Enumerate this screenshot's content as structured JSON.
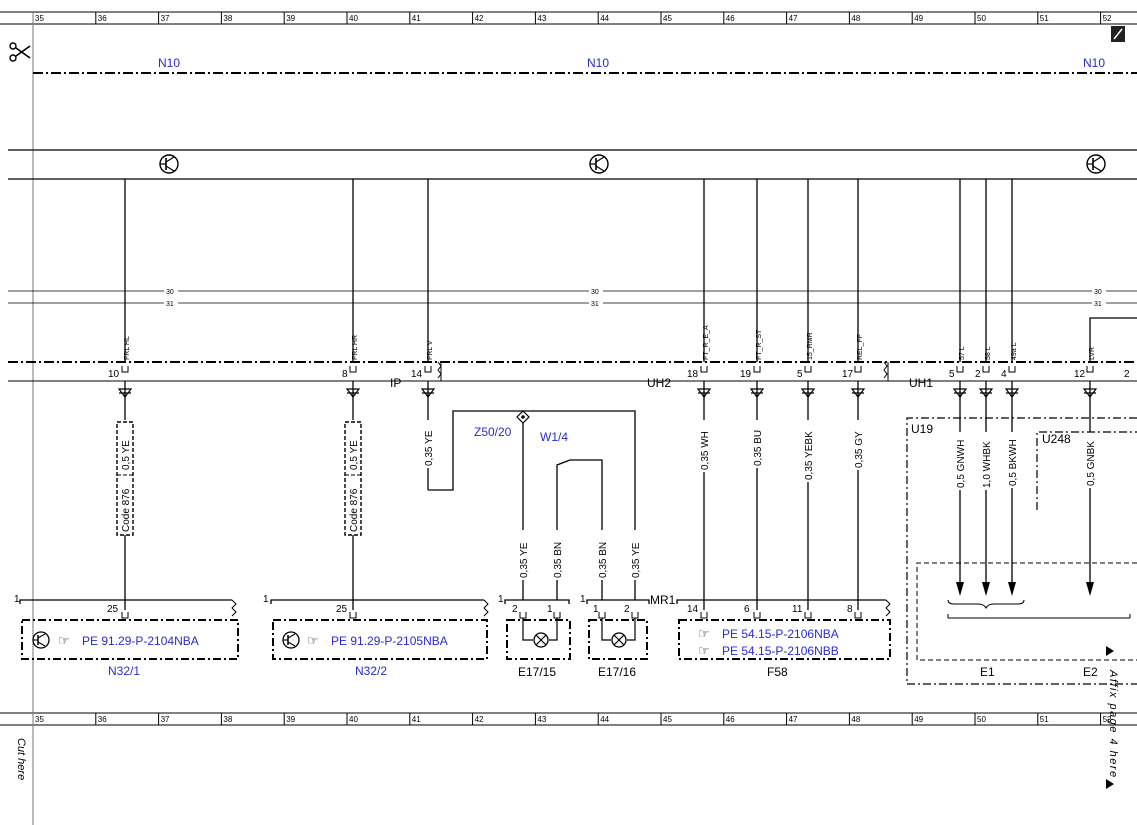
{
  "ruler": {
    "columns": [
      "35",
      "36",
      "37",
      "38",
      "39",
      "40",
      "41",
      "42",
      "43",
      "44",
      "45",
      "46",
      "47",
      "48",
      "49",
      "50",
      "51",
      "52"
    ]
  },
  "bus": {
    "label": "N10",
    "line30": "30",
    "line31": "31"
  },
  "margin": {
    "cut_here": "Cut here",
    "affix_page": "Affix page 4 here"
  },
  "connectors": {
    "ip": "IP",
    "uh2": "UH2",
    "uh1": "UH1",
    "u19": "U19",
    "u248": "U248",
    "z50": "Z50/20",
    "w1": "W1/4",
    "mr1": "MR1"
  },
  "signals": {
    "frl_hl": "FRL HL",
    "frl_hr": "FRL HR",
    "frl_v": "FRL V",
    "ft_r_e_a": "FT_R_E_A",
    "ft_r_st": "FT_R_ST",
    "s15_rmr": "15_RMR",
    "rel_ff": "REL_FF",
    "s57l": "57 L",
    "s58l": "58 L",
    "s49al": "49a L",
    "lvr": "LVR"
  },
  "pins": {
    "p10": "10",
    "p8": "8",
    "p14": "14",
    "p18": "18",
    "p19": "19",
    "p5": "5",
    "p17": "17",
    "p5b": "5",
    "p2": "2",
    "p4": "4",
    "p12": "12",
    "p2b": "2",
    "p25": "25",
    "p1": "1",
    "p6": "6",
    "p11": "11",
    "p8b": "8",
    "p14b": "14"
  },
  "wires": {
    "w05ye": "0,5 YE",
    "w035ye": "0,35 YE",
    "w035wh": "0,35 WH",
    "w035bu": "0,35 BU",
    "w035yebk": "0,35 YEBK",
    "w035gy": "0,35 GY",
    "w05gnwh": "0,5 GNWH",
    "w10whbk": "1,0 WHBK",
    "w05bkwh": "0,5 BKWH",
    "w05gnbk": "0,5 GNBK",
    "w035bn": "0,35 BN",
    "code876": "Code 876"
  },
  "components": {
    "n32_1": "N32/1",
    "n32_2": "N32/2",
    "e17_15": "E17/15",
    "e17_16": "E17/16",
    "f58": "F58",
    "e1": "E1",
    "e2": "E2",
    "pe_2104": "PE 91.29-P-2104NBA",
    "pe_2105": "PE 91.29-P-2105NBA",
    "pe_2106a": "PE 54.15-P-2106NBA",
    "pe_2106b": "PE 54.15-P-2106NBB"
  }
}
